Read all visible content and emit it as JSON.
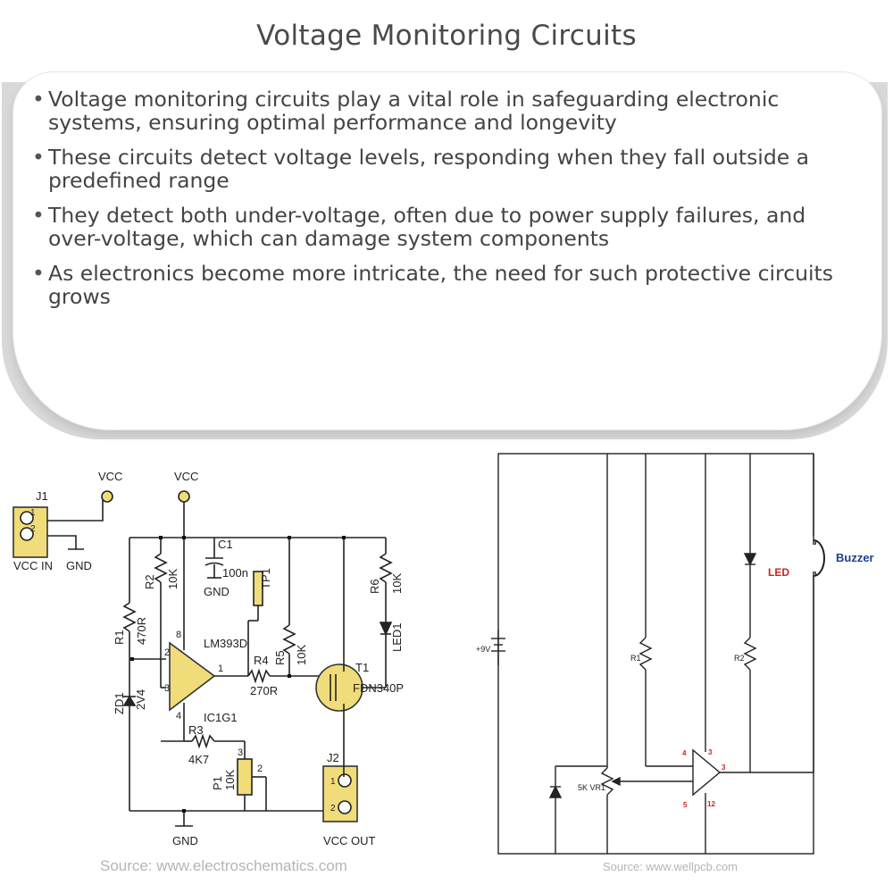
{
  "title": "Voltage Monitoring Circuits",
  "bullets": [
    "Voltage monitoring circuits play a vital role in safeguarding electronic systems, ensuring optimal performance and longevity",
    "These circuits detect voltage levels, responding when they fall outside a predefined range",
    "They detect both under-voltage, often due to power supply failures, and over-voltage, which can damage system components",
    "As electronics become more intricate, the need for such protective circuits grows"
  ],
  "left_schematic": {
    "labels": {
      "j1": "J1",
      "vcc_in": "VCC IN",
      "gnd_j1": "GND",
      "vcc_a": "VCC",
      "vcc_b": "VCC",
      "c1": "C1",
      "c1_val": "100n",
      "gnd_c1": "GND",
      "tp1": "TP1",
      "r2": "R2",
      "r2_val": "10K",
      "r1": "R1",
      "r1_val": "470R",
      "zd1": "ZD1",
      "zd1_val": "2V4",
      "lm393": "LM393D",
      "ic1g1": "IC1G1",
      "r4": "R4",
      "r4_val": "270R",
      "r5": "R5",
      "r5_val": "10K",
      "r6": "R6",
      "r6_val": "10K",
      "led1": "LED1",
      "t1": "T1",
      "t1_val": "FDN340P",
      "r3": "R3",
      "r3_val": "4K7",
      "p1": "P1",
      "p1_val": "10K",
      "j2": "J2",
      "vcc_out": "VCC OUT",
      "gnd_bottom": "GND",
      "pin2": "2",
      "pin3": "3",
      "pin8": "8",
      "pin4": "4",
      "pin1": "1",
      "j1_pin1": "1",
      "j1_pin2": "2",
      "j2_pin1": "1",
      "j2_pin2": "2",
      "p1_pin2": "2",
      "p1_pin3": "3"
    },
    "source": "Source: www.electroschematics.com"
  },
  "right_schematic": {
    "labels": {
      "v9": "+9V",
      "r1": "R1",
      "r2": "R2",
      "led": "LED",
      "buzzer": "Buzzer",
      "vr1": "5K VR1",
      "pin4": "4",
      "pin3a": "3",
      "pin3b": "3",
      "pin5": "5",
      "pin12": "12"
    },
    "colors": {
      "led": "#d62020",
      "buzzer": "#1f3f8f",
      "pin": "#d62020"
    },
    "source": "Source: www.wellpcb.com"
  }
}
